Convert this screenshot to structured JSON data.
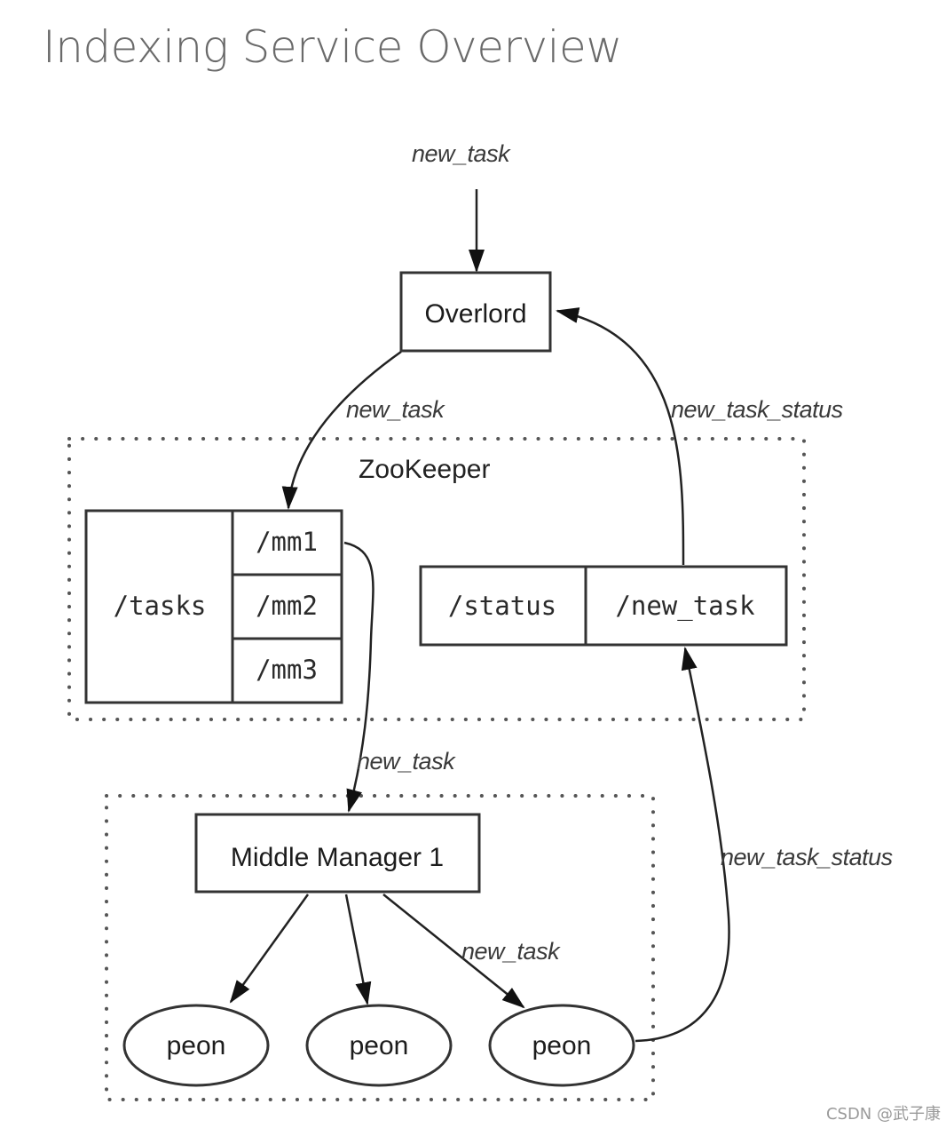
{
  "title": "Indexing Service Overview",
  "nodes": {
    "overlord": "Overlord",
    "middle_manager": "Middle Manager 1",
    "peons": [
      "peon",
      "peon",
      "peon"
    ]
  },
  "groups": {
    "zookeeper": "ZooKeeper",
    "middle_manager_group": ""
  },
  "zookeeper_paths": {
    "tasks": "/tasks",
    "mm": [
      "/mm1",
      "/mm2",
      "/mm3"
    ],
    "status": "/status",
    "new_task": "/new_task"
  },
  "edges": [
    {
      "from": "external",
      "to": "overlord",
      "label": "new_task"
    },
    {
      "from": "overlord",
      "to": "mm1",
      "label": "new_task"
    },
    {
      "from": "mm1",
      "to": "middle_manager",
      "label": "new_task"
    },
    {
      "from": "middle_manager",
      "to": "peon_1",
      "label": ""
    },
    {
      "from": "middle_manager",
      "to": "peon_2",
      "label": ""
    },
    {
      "from": "middle_manager",
      "to": "peon_3",
      "label": "new_task"
    },
    {
      "from": "peon_3",
      "to": "new_task_status_node",
      "label": "new_task_status"
    },
    {
      "from": "new_task_status_node",
      "to": "overlord",
      "label": "new_task_status"
    }
  ],
  "watermark": "CSDN @武子康"
}
